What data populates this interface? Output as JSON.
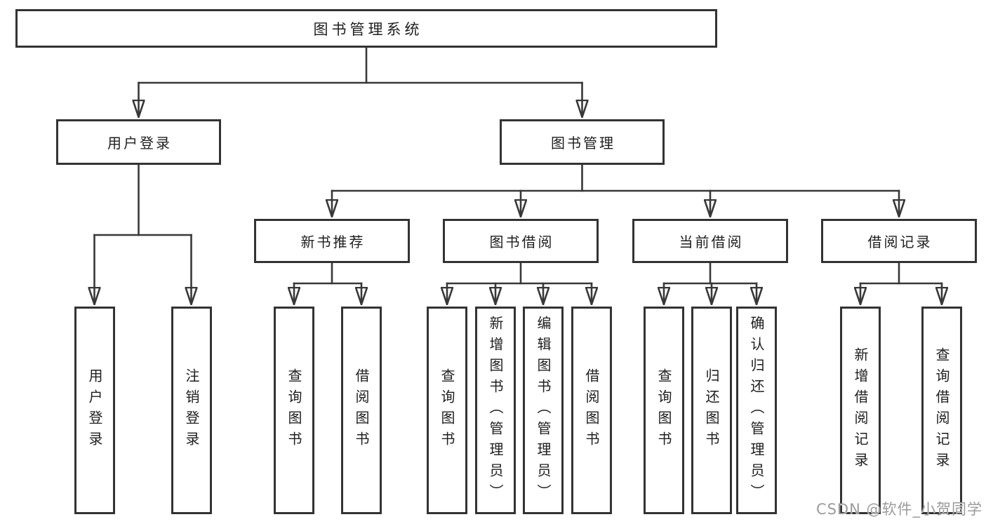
{
  "diagram_type": "hierarchy-tree",
  "nodes": {
    "root": {
      "id": "library-management-system",
      "label": "图书管理系统"
    },
    "level2": [
      {
        "id": "user-login",
        "label": "用户登录",
        "parent": "library-management-system"
      },
      {
        "id": "book-management",
        "label": "图书管理",
        "parent": "library-management-system"
      }
    ],
    "level3": [
      {
        "id": "new-book-recommend",
        "label": "新书推荐",
        "parent": "book-management"
      },
      {
        "id": "book-borrow",
        "label": "图书借阅",
        "parent": "book-management"
      },
      {
        "id": "current-borrow",
        "label": "当前借阅",
        "parent": "book-management"
      },
      {
        "id": "borrow-records",
        "label": "借阅记录",
        "parent": "book-management"
      }
    ],
    "leaves": [
      {
        "id": "leaf-user-login",
        "label": "用户登录",
        "parent": "user-login"
      },
      {
        "id": "leaf-logout",
        "label": "注销登录",
        "parent": "user-login"
      },
      {
        "id": "leaf-query-books-recommend",
        "label": "查询图书",
        "parent": "new-book-recommend"
      },
      {
        "id": "leaf-borrow-books-recommend",
        "label": "借阅图书",
        "parent": "new-book-recommend"
      },
      {
        "id": "leaf-query-books-borrow",
        "label": "查询图书",
        "parent": "book-borrow"
      },
      {
        "id": "leaf-add-books-admin",
        "label": "新增图书（管理员）",
        "parent": "book-borrow"
      },
      {
        "id": "leaf-edit-books-admin",
        "label": "编辑图书（管理员）",
        "parent": "book-borrow"
      },
      {
        "id": "leaf-borrow-books",
        "label": "借阅图书",
        "parent": "book-borrow"
      },
      {
        "id": "leaf-query-books-current",
        "label": "查询图书",
        "parent": "current-borrow"
      },
      {
        "id": "leaf-return-books",
        "label": "归还图书",
        "parent": "current-borrow"
      },
      {
        "id": "leaf-confirm-return-admin",
        "label": "确认归还（管理员）",
        "parent": "current-borrow"
      },
      {
        "id": "leaf-add-borrow-record",
        "label": "新增借阅记录",
        "parent": "borrow-records"
      },
      {
        "id": "leaf-query-borrow-record",
        "label": "查询借阅记录",
        "parent": "borrow-records"
      }
    ]
  },
  "watermark": {
    "text": "CSDN @软件_小贺同学"
  },
  "colors": {
    "line": "#383838",
    "box_border": "#333333",
    "box_fill": "#ffffff",
    "text": "#1e1e1e",
    "watermark": "#9b9b9b",
    "background": "#ffffff"
  }
}
